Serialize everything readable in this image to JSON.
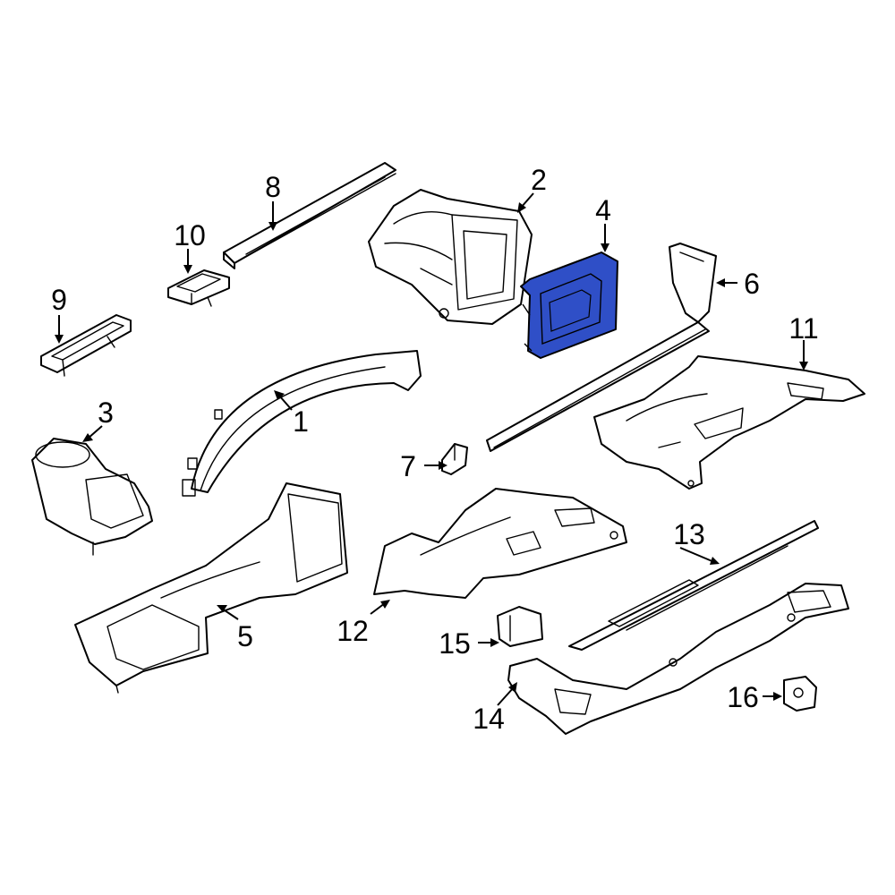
{
  "diagram": {
    "highlight_color": "#2f4fc7",
    "callouts": [
      {
        "id": "1",
        "label": "1"
      },
      {
        "id": "2",
        "label": "2"
      },
      {
        "id": "3",
        "label": "3"
      },
      {
        "id": "4",
        "label": "4"
      },
      {
        "id": "5",
        "label": "5"
      },
      {
        "id": "6",
        "label": "6"
      },
      {
        "id": "7",
        "label": "7"
      },
      {
        "id": "8",
        "label": "8"
      },
      {
        "id": "9",
        "label": "9"
      },
      {
        "id": "10",
        "label": "10"
      },
      {
        "id": "11",
        "label": "11"
      },
      {
        "id": "12",
        "label": "12"
      },
      {
        "id": "13",
        "label": "13"
      },
      {
        "id": "14",
        "label": "14"
      },
      {
        "id": "15",
        "label": "15"
      },
      {
        "id": "16",
        "label": "16"
      }
    ],
    "highlighted_part": "4"
  }
}
